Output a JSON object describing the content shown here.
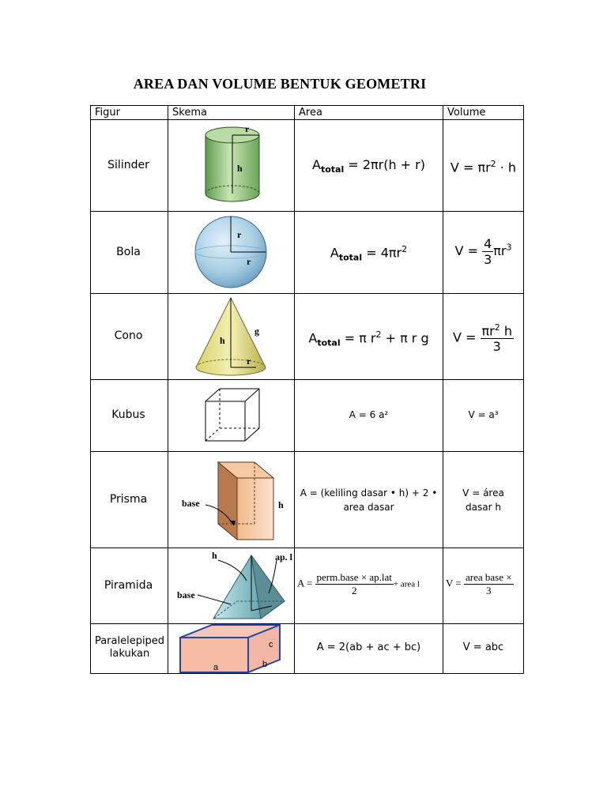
{
  "title": "AREA DAN VOLUME BENTUK GEOMETRI",
  "headers": {
    "figure": "Figur",
    "schema": "Skema",
    "area": "Area",
    "volume": "Volume"
  },
  "rows": [
    {
      "figure": "Silinder",
      "schema_labels": {
        "r": "r",
        "h": "h"
      },
      "area": {
        "lhs": "A",
        "sub": "total",
        "rhs": "= 2πr(h + r)"
      },
      "volume": {
        "lhs": "V = πr",
        "sup": "2",
        "rhs": " · h"
      }
    },
    {
      "figure": "Bola",
      "schema_labels": {
        "r1": "r",
        "r2": "r"
      },
      "area": {
        "lhs": "A",
        "sub": "total",
        "rhs": "= 4πr",
        "sup": "2"
      },
      "volume": {
        "lhs": "V =",
        "num": "4",
        "den": "3",
        "rhs": "πr",
        "sup": "3"
      }
    },
    {
      "figure": "Cono",
      "schema_labels": {
        "h": "h",
        "g": "g",
        "r": "r"
      },
      "area": {
        "lhs": "A",
        "sub": "total",
        "rhs1": "= π r",
        "sup": "2",
        "rhs2": " + π r g"
      },
      "volume": {
        "lhs": "V =",
        "num1": "πr",
        "num_sup": "2",
        "num2": " h",
        "den": "3"
      }
    },
    {
      "figure": "Kubus",
      "area": {
        "text": "A = 6 a²"
      },
      "volume": {
        "text": "V = a³"
      }
    },
    {
      "figure": "Prisma",
      "schema_labels": {
        "base": "base",
        "h": "h"
      },
      "area": {
        "line1": "A = (keliling dasar • h) + 2 •",
        "line2": "area dasar"
      },
      "volume": {
        "line1": "V = área",
        "line2": "dasar h"
      }
    },
    {
      "figure": "Piramida",
      "schema_labels": {
        "h": "h",
        "ap": "ap. l",
        "base": "base"
      },
      "area": {
        "lhs": "A =",
        "num": "perm.base × ap.lat",
        "den": "2",
        "rhs": "+ area l"
      },
      "volume": {
        "lhs": "V =",
        "num": "area base ×",
        "den": "3"
      }
    },
    {
      "figure_line1": "Paralelepiped",
      "figure_line2": "lakukan",
      "schema_labels": {
        "a": "a",
        "b": "b",
        "c": "c"
      },
      "area": {
        "text": "A = 2(ab + ac + bc)"
      },
      "volume": {
        "text": "V = abc"
      }
    }
  ]
}
